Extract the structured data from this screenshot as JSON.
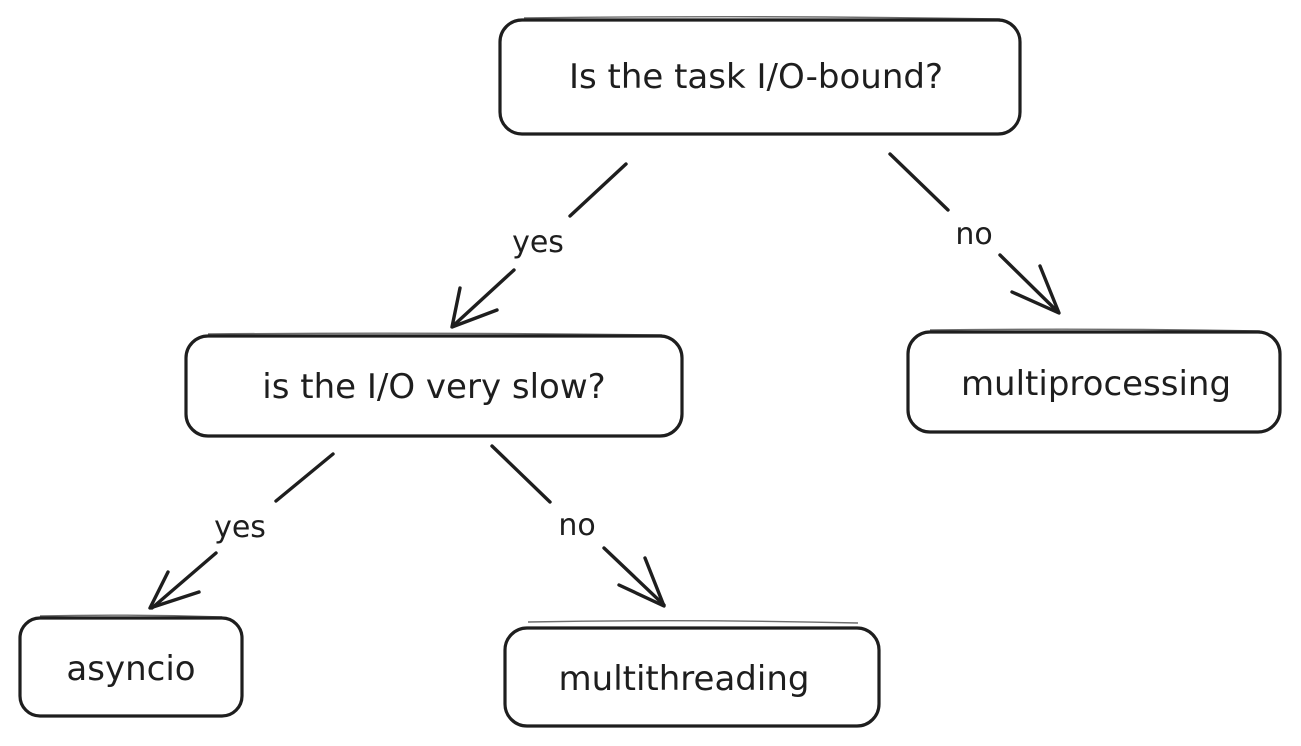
{
  "nodes": {
    "io_bound": {
      "label": "Is the task I/O-bound?"
    },
    "io_slow": {
      "label": "is the I/O very slow?"
    },
    "multiprocessing": {
      "label": "multiprocessing"
    },
    "asyncio": {
      "label": "asyncio"
    },
    "multithreading": {
      "label": "multithreading"
    }
  },
  "edges": {
    "io_bound_yes": {
      "from": "io_bound",
      "to": "io_slow",
      "label": "yes"
    },
    "io_bound_no": {
      "from": "io_bound",
      "to": "multiprocessing",
      "label": "no"
    },
    "io_slow_yes": {
      "from": "io_slow",
      "to": "asyncio",
      "label": "yes"
    },
    "io_slow_no": {
      "from": "io_slow",
      "to": "multithreading",
      "label": "no"
    }
  },
  "colors": {
    "stroke": "#1e1e1e",
    "background": "#ffffff"
  }
}
